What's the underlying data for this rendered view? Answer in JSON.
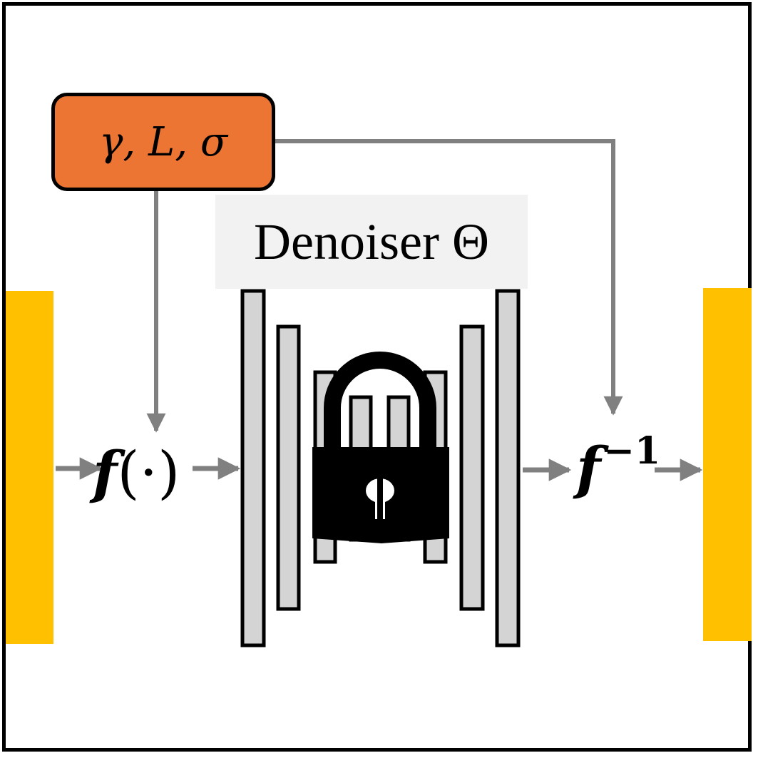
{
  "params": {
    "label": "γ, L, σ"
  },
  "denoiser": {
    "title": "Denoiser Θ",
    "locked": true
  },
  "forward_transform": {
    "symbol": "f",
    "argument": "(·)"
  },
  "inverse_transform": {
    "symbol": "f",
    "exponent": "−1"
  },
  "colors": {
    "param_box": "#EC7533",
    "denoiser_label_bg": "#F2F2F2",
    "layer_fill": "#D4D4D4",
    "io_bar": "#FFC000",
    "arrow": "#808080",
    "lock": "#000000"
  },
  "icons": {
    "lock": "padlock-icon"
  }
}
